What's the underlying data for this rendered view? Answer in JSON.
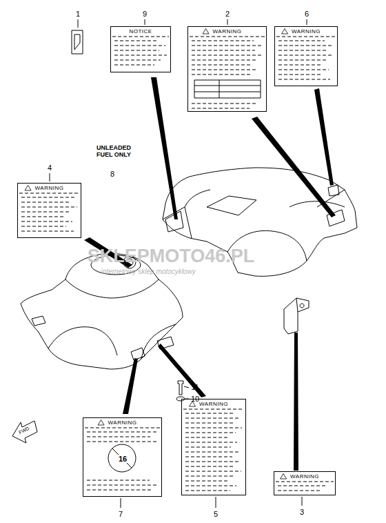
{
  "diagram": {
    "nodes": [
      {
        "text": [
          "NOTICE"
        ]
      },
      {
        "text": [
          "WARNING"
        ]
      },
      {
        "text": [
          "WARNING"
        ]
      },
      {
        "text": [
          "WARNING"
        ]
      },
      {
        "text": [
          "WARNING",
          "16"
        ]
      },
      {
        "text": [
          "WARNING"
        ]
      },
      {
        "text": [
          "WARNING"
        ]
      }
    ],
    "labels": [
      "1",
      "9",
      "2",
      "6",
      "UNLEADED FUEL ONLY",
      "8",
      "4",
      "SKLEPMOTO46.PL",
      "internetowy sklep motocyklowy",
      "11",
      "10",
      "FWD",
      "7",
      "5",
      "3"
    ]
  }
}
